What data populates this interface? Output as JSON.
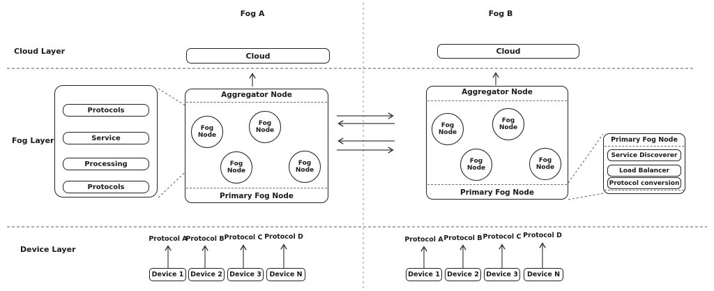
{
  "diagram": {
    "fog_a_title": "Fog A",
    "fog_b_title": "Fog B",
    "layer_labels": {
      "cloud": "Cloud Layer",
      "fog": "Fog Layer",
      "device": "Device Layer"
    },
    "fog_a": {
      "cloud": "Cloud",
      "aggregator": "Aggregator Node",
      "primary": "Primary Fog Node",
      "nodes": [
        "Fog Node",
        "Fog Node",
        "Fog Node",
        "Fog Node"
      ],
      "protocols": [
        "Protocol A",
        "Protocol B",
        "Protocol C",
        "Protocol D"
      ],
      "devices": [
        "Device 1",
        "Device 2",
        "Device 3",
        "Device N"
      ]
    },
    "fog_b": {
      "cloud": "Cloud",
      "aggregator": "Aggregator Node",
      "primary": "Primary Fog Node",
      "nodes": [
        "Fog Node",
        "Fog Node",
        "Fog Node",
        "Fog Node"
      ],
      "protocols": [
        "Protocol A",
        "Protocol B",
        "Protocol C",
        "Protocol D"
      ],
      "devices": [
        "Device 1",
        "Device 2",
        "Device 3",
        "Device N"
      ]
    },
    "fog_node_detail": {
      "layers": [
        "Protocols",
        "Service",
        "Processing",
        "Protocols"
      ]
    },
    "primary_fog_node_detail": {
      "title": "Primary Fog Node",
      "components": [
        "Service Discoverer",
        "Load Balancer",
        "Protocol conversion"
      ]
    }
  },
  "colors": {
    "ink": "#1f1f1f",
    "arrow": "#3a3a3a",
    "dashed": "#7a7a7a",
    "background": "#ffffff"
  }
}
